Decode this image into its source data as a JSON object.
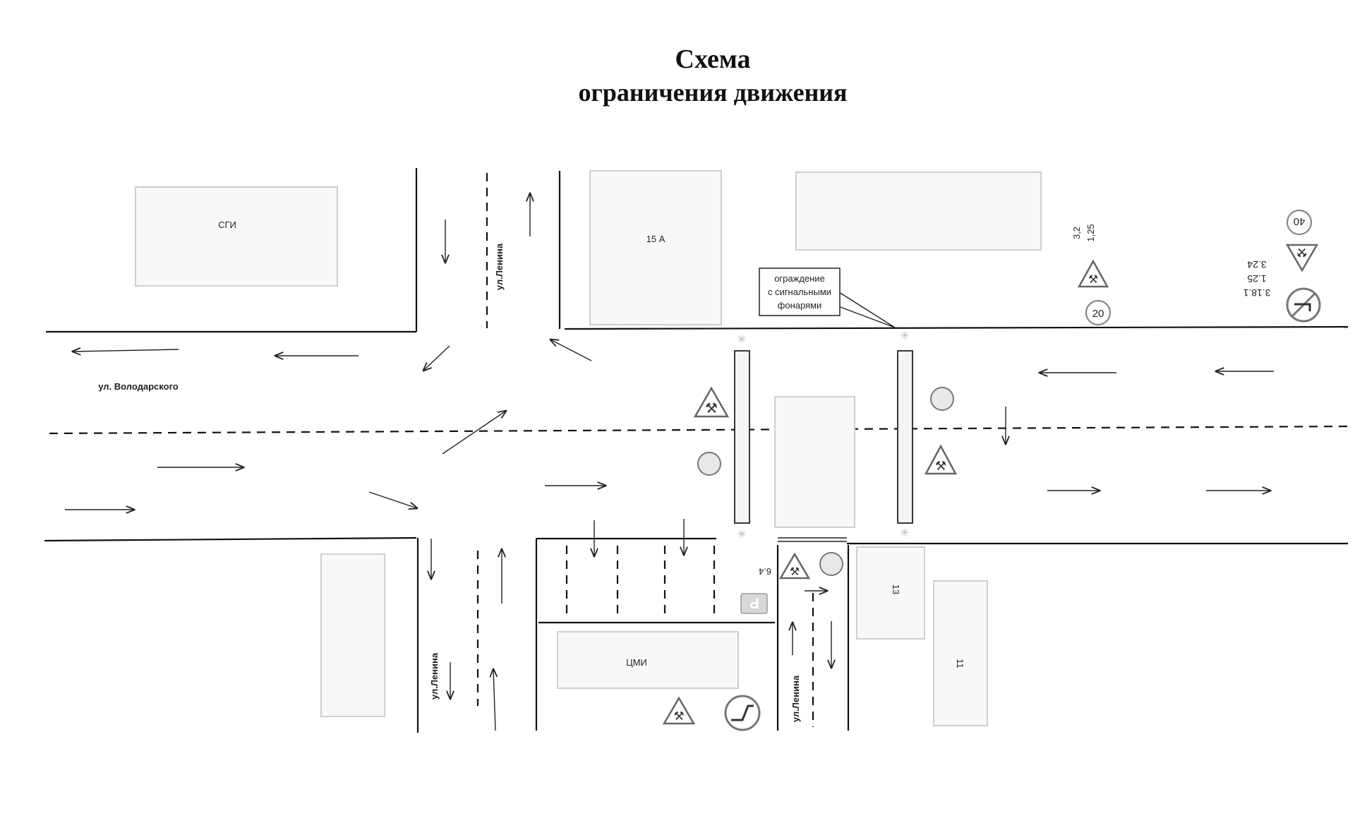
{
  "title": {
    "line1": "Схема",
    "line2": "ограничения движения"
  },
  "streets": {
    "volodarskogo": "ул. Володарского",
    "lenina_top": "ул.Ленина",
    "lenina_bottom_left": "ул.Ленина",
    "lenina_bottom_right": "ул.Ленина"
  },
  "buildings": {
    "sgi": "СГИ",
    "b15a": "15 А",
    "cmi": "ЦМИ",
    "b13": "13",
    "b11": "11"
  },
  "callout": {
    "line1": "ограждение",
    "line2": "с сигнальными",
    "line3": "фонарями"
  },
  "sign_labels": {
    "upper_left_1": "3,2",
    "upper_left_2": "1,25",
    "legend_1": "3.24",
    "legend_2": "1.25",
    "legend_3": "3.18.1",
    "speed_40": "40",
    "speed_20": "20",
    "sign_64": "6.4",
    "parking": "P"
  }
}
